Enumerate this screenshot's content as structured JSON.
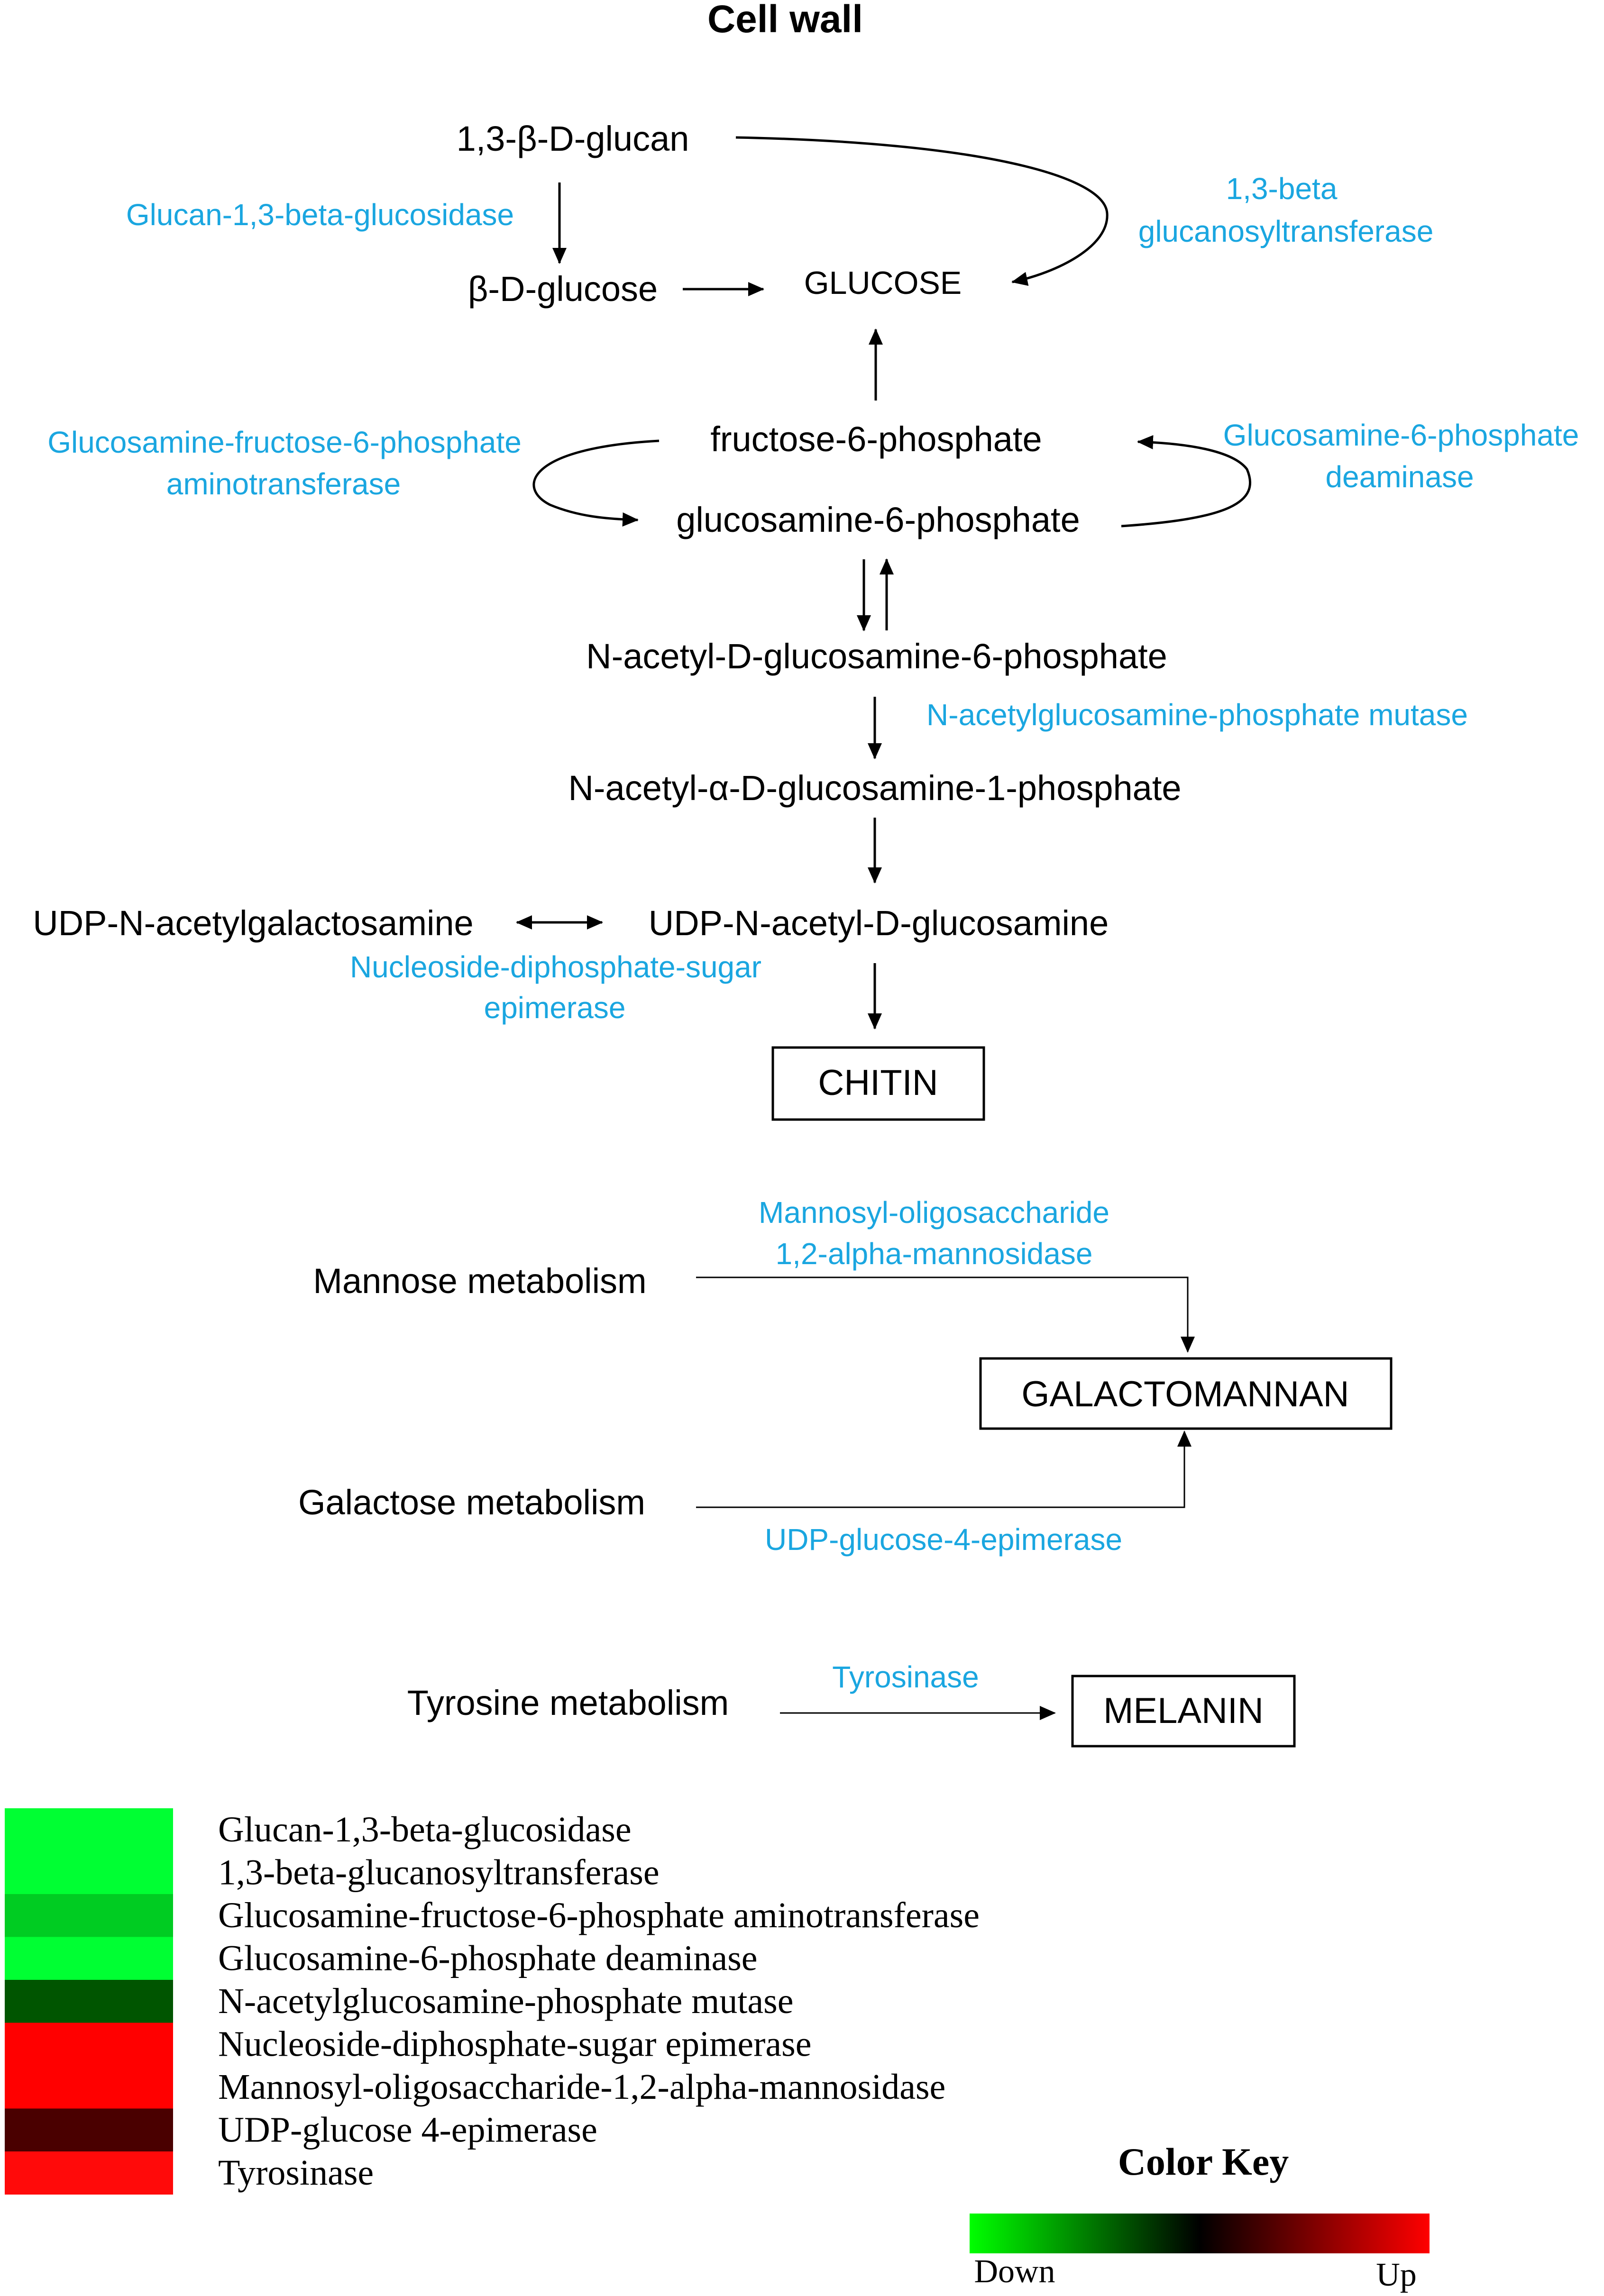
{
  "title": "Cell wall",
  "nodes": {
    "glucan": "1,3-β-D-glucan",
    "beta_glucose": "β-D-glucose",
    "glucose": "GLUCOSE",
    "f6p": "fructose-6-phosphate",
    "g6p": "glucosamine-6-phosphate",
    "nag6p": "N-acetyl-D-glucosamine-6-phosphate",
    "nag1p": "N-acetyl-α-D-glucosamine-1-phosphate",
    "udp_galnac": "UDP-N-acetylgalactosamine",
    "udp_glcnac": "UDP-N-acetyl-D-glucosamine",
    "chitin": "CHITIN",
    "mannose": "Mannose metabolism",
    "galactomannan": "GALACTOMANNAN",
    "galactose": "Galactose metabolism",
    "tyrosine": "Tyrosine metabolism",
    "melanin": "MELANIN"
  },
  "enzymes": {
    "glucosidase": "Glucan-1,3-beta-glucosidase",
    "glucanosyl_1": "1,3-beta",
    "glucanosyl_2": "glucanosyltransferase",
    "gfat_1": "Glucosamine-fructose-6-phosphate",
    "gfat_2": "aminotransferase",
    "deaminase_1": "Glucosamine-6-phosphate",
    "deaminase_2": "deaminase",
    "mutase": "N-acetylglucosamine-phosphate mutase",
    "epimerase_1": "Nucleoside-diphosphate-sugar",
    "epimerase_2": "epimerase",
    "mannosidase_1": "Mannosyl-oligosaccharide",
    "mannosidase_2": "1,2-alpha-mannosidase",
    "udp_glc_epimerase": "UDP-glucose-4-epimerase",
    "tyrosinase": "Tyrosinase"
  },
  "colors": {
    "enzyme": "#1aa6e0",
    "text": "#000000",
    "arrow": "#000000",
    "key_down": "#00ff00",
    "key_mid": "#000000",
    "key_up": "#ff0000"
  },
  "heatmap": {
    "rows": [
      {
        "label": "Glucan-1,3-beta-glucosidase",
        "color": "#00ff33"
      },
      {
        "label": "1,3-beta-glucanosyltransferase",
        "color": "#00ff33"
      },
      {
        "label": "Glucosamine-fructose-6-phosphate aminotransferase",
        "color": "#00cc22"
      },
      {
        "label": "Glucosamine-6-phosphate deaminase",
        "color": "#00ff33"
      },
      {
        "label": "N-acetylglucosamine-phosphate mutase",
        "color": "#005500"
      },
      {
        "label": "Nucleoside-diphosphate-sugar epimerase",
        "color": "#ff0000"
      },
      {
        "label": "Mannosyl-oligosaccharide-1,2-alpha-mannosidase",
        "color": "#ff0000"
      },
      {
        "label": "UDP-glucose 4-epimerase",
        "color": "#4a0000"
      },
      {
        "label": "Tyrosinase",
        "color": "#ff0a0a"
      }
    ]
  },
  "color_key": {
    "title": "Color Key",
    "low": "Down",
    "high": "Up"
  }
}
